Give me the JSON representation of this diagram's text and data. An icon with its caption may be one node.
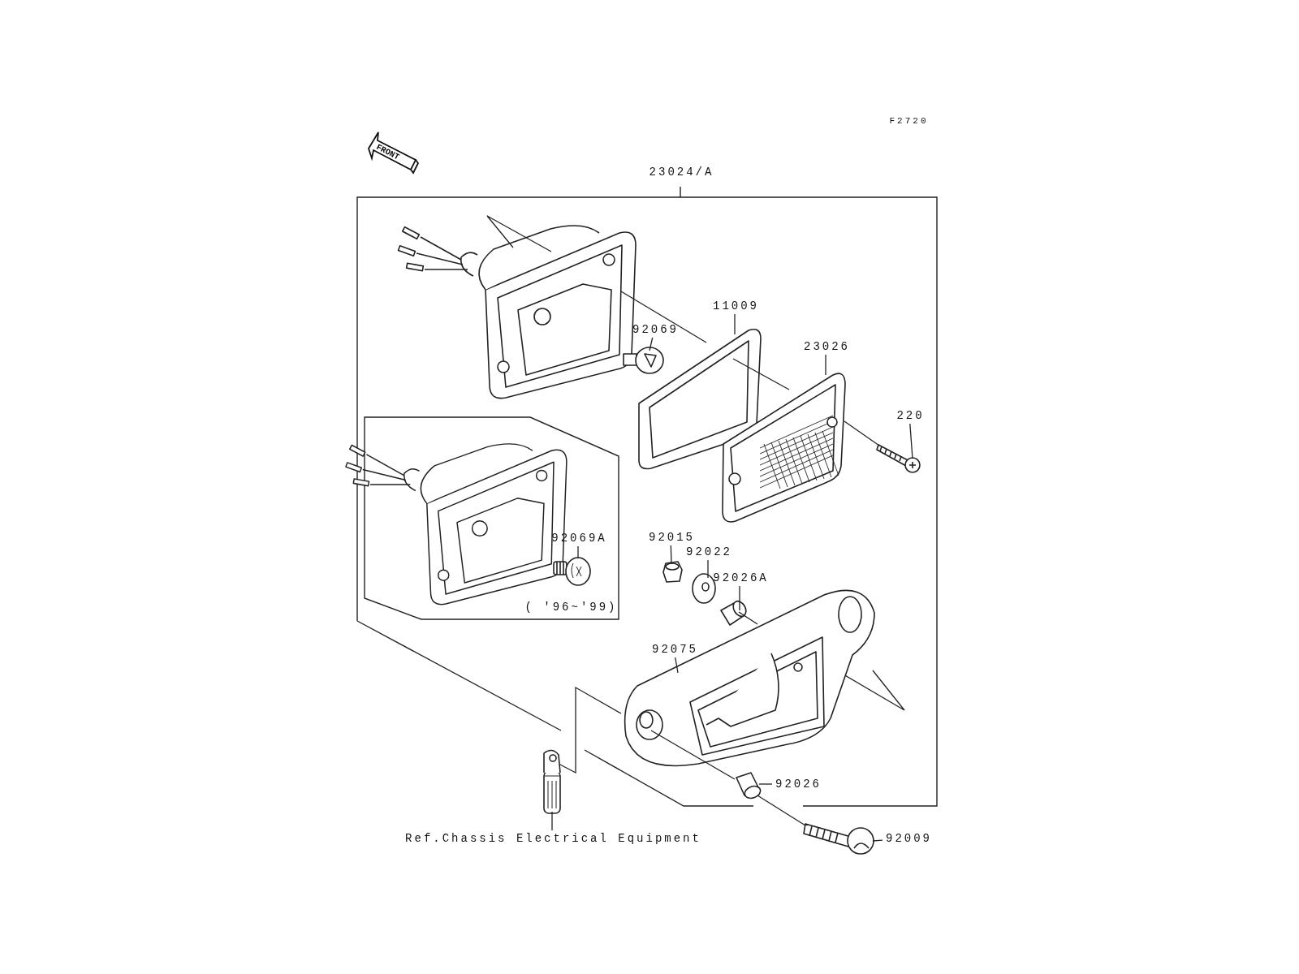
{
  "diagram": {
    "nodes": [
      {
        "text": [
          "23024/A"
        ]
      },
      {
        "text": [
          "11009"
        ],
        "in": 0
      },
      {
        "text": [],
        "shape": "picture",
        "in": 0
      },
      {
        "text": [
          "92069"
        ],
        "in": 0
      },
      {
        "text": [],
        "shape": "picture",
        "in": 0
      },
      {
        "text": [
          "23026"
        ],
        "in": 0
      },
      {
        "text": [],
        "shape": "picture",
        "in": 0
      },
      {
        "text": [
          "220"
        ],
        "in": 0
      },
      {
        "text": [],
        "shape": "picture",
        "in": 0
      },
      {
        "text": [
          "( '96~'99)"
        ],
        "in": 0
      },
      {
        "text": [
          "92069A"
        ],
        "in": 9
      },
      {
        "text": [],
        "shape": "picture",
        "in": 9
      },
      {
        "text": [
          "92015"
        ],
        "in": 0
      },
      {
        "text": [],
        "shape": "picture",
        "in": 0
      },
      {
        "text": [
          "92022"
        ],
        "in": 0
      },
      {
        "text": [],
        "shape": "picture",
        "in": 0
      },
      {
        "text": [
          "92026A"
        ],
        "in": 0
      },
      {
        "text": [],
        "shape": "picture",
        "in": 0
      },
      {
        "text": [
          "92075"
        ],
        "in": 0
      },
      {
        "text": [],
        "shape": "picture",
        "in": 0
      },
      {
        "text": [
          "92026"
        ],
        "in": 0
      },
      {
        "text": [],
        "shape": "picture",
        "in": 0
      },
      {
        "text": [
          "92009"
        ]
      },
      {
        "text": [],
        "shape": "picture"
      },
      {
        "text": [
          "Ref.Chassis Electrical Equipment"
        ]
      },
      {
        "text": [],
        "shape": "picture"
      }
    ],
    "edges": [
      {
        "from": 1,
        "to": 2,
        "arrow": "none"
      },
      {
        "from": 3,
        "to": 4,
        "arrow": "none"
      },
      {
        "from": 5,
        "to": 6,
        "arrow": "none"
      },
      {
        "from": 7,
        "to": 8,
        "arrow": "none"
      },
      {
        "from": 10,
        "to": 11,
        "arrow": "none"
      },
      {
        "from": 12,
        "to": 13,
        "arrow": "none"
      },
      {
        "from": 14,
        "to": 15,
        "arrow": "none"
      },
      {
        "from": 16,
        "to": 17,
        "arrow": "none"
      },
      {
        "from": 18,
        "to": 19,
        "arrow": "none"
      },
      {
        "from": 20,
        "to": 21,
        "arrow": "none"
      },
      {
        "from": 22,
        "to": 23,
        "arrow": "none"
      },
      {
        "from": 24,
        "to": 25,
        "arrow": "none"
      },
      {
        "from": 2,
        "to": 6,
        "arrow": "none"
      },
      {
        "from": 6,
        "to": 8,
        "arrow": "none"
      },
      {
        "from": 17,
        "to": 19,
        "arrow": "none"
      },
      {
        "from": 19,
        "to": 25,
        "arrow": "none"
      },
      {
        "from": 19,
        "to": 21,
        "arrow": "none"
      },
      {
        "from": 21,
        "to": 23,
        "arrow": "none"
      }
    ],
    "labels": [
      "F2720",
      "FRONT"
    ]
  }
}
